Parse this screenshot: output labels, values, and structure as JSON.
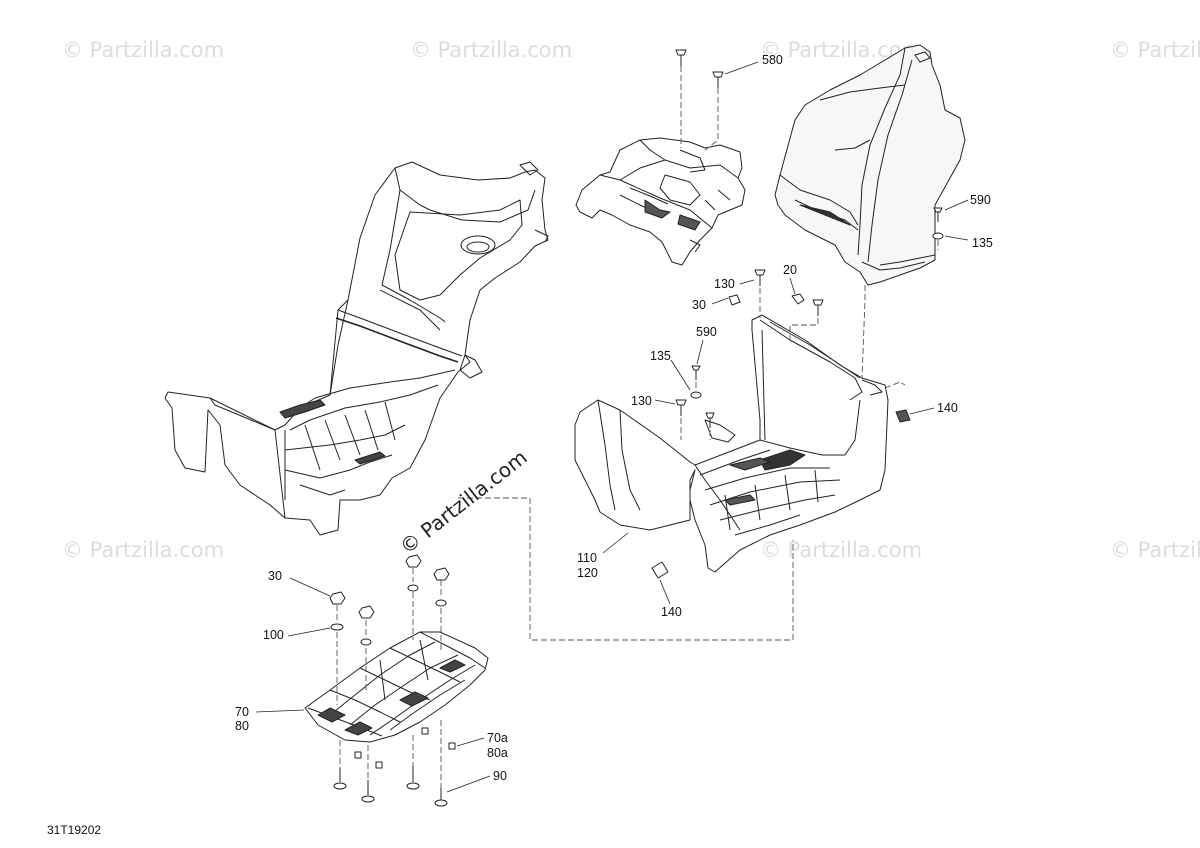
{
  "watermark": "© Partzilla.com",
  "diagram_code": "31T19202",
  "callouts": {
    "c580": "580",
    "c590_top": "590",
    "c135_top": "135",
    "c130_a": "130",
    "c20": "20",
    "c30_a": "30",
    "c590_mid": "590",
    "c135_mid": "135",
    "c130_b": "130",
    "c140_a": "140",
    "c110": "110",
    "c120": "120",
    "c140_b": "140",
    "c30_b": "30",
    "c100": "100",
    "c70": "70",
    "c80": "80",
    "c70a": "70a",
    "c80a": "80a",
    "c90": "90"
  }
}
